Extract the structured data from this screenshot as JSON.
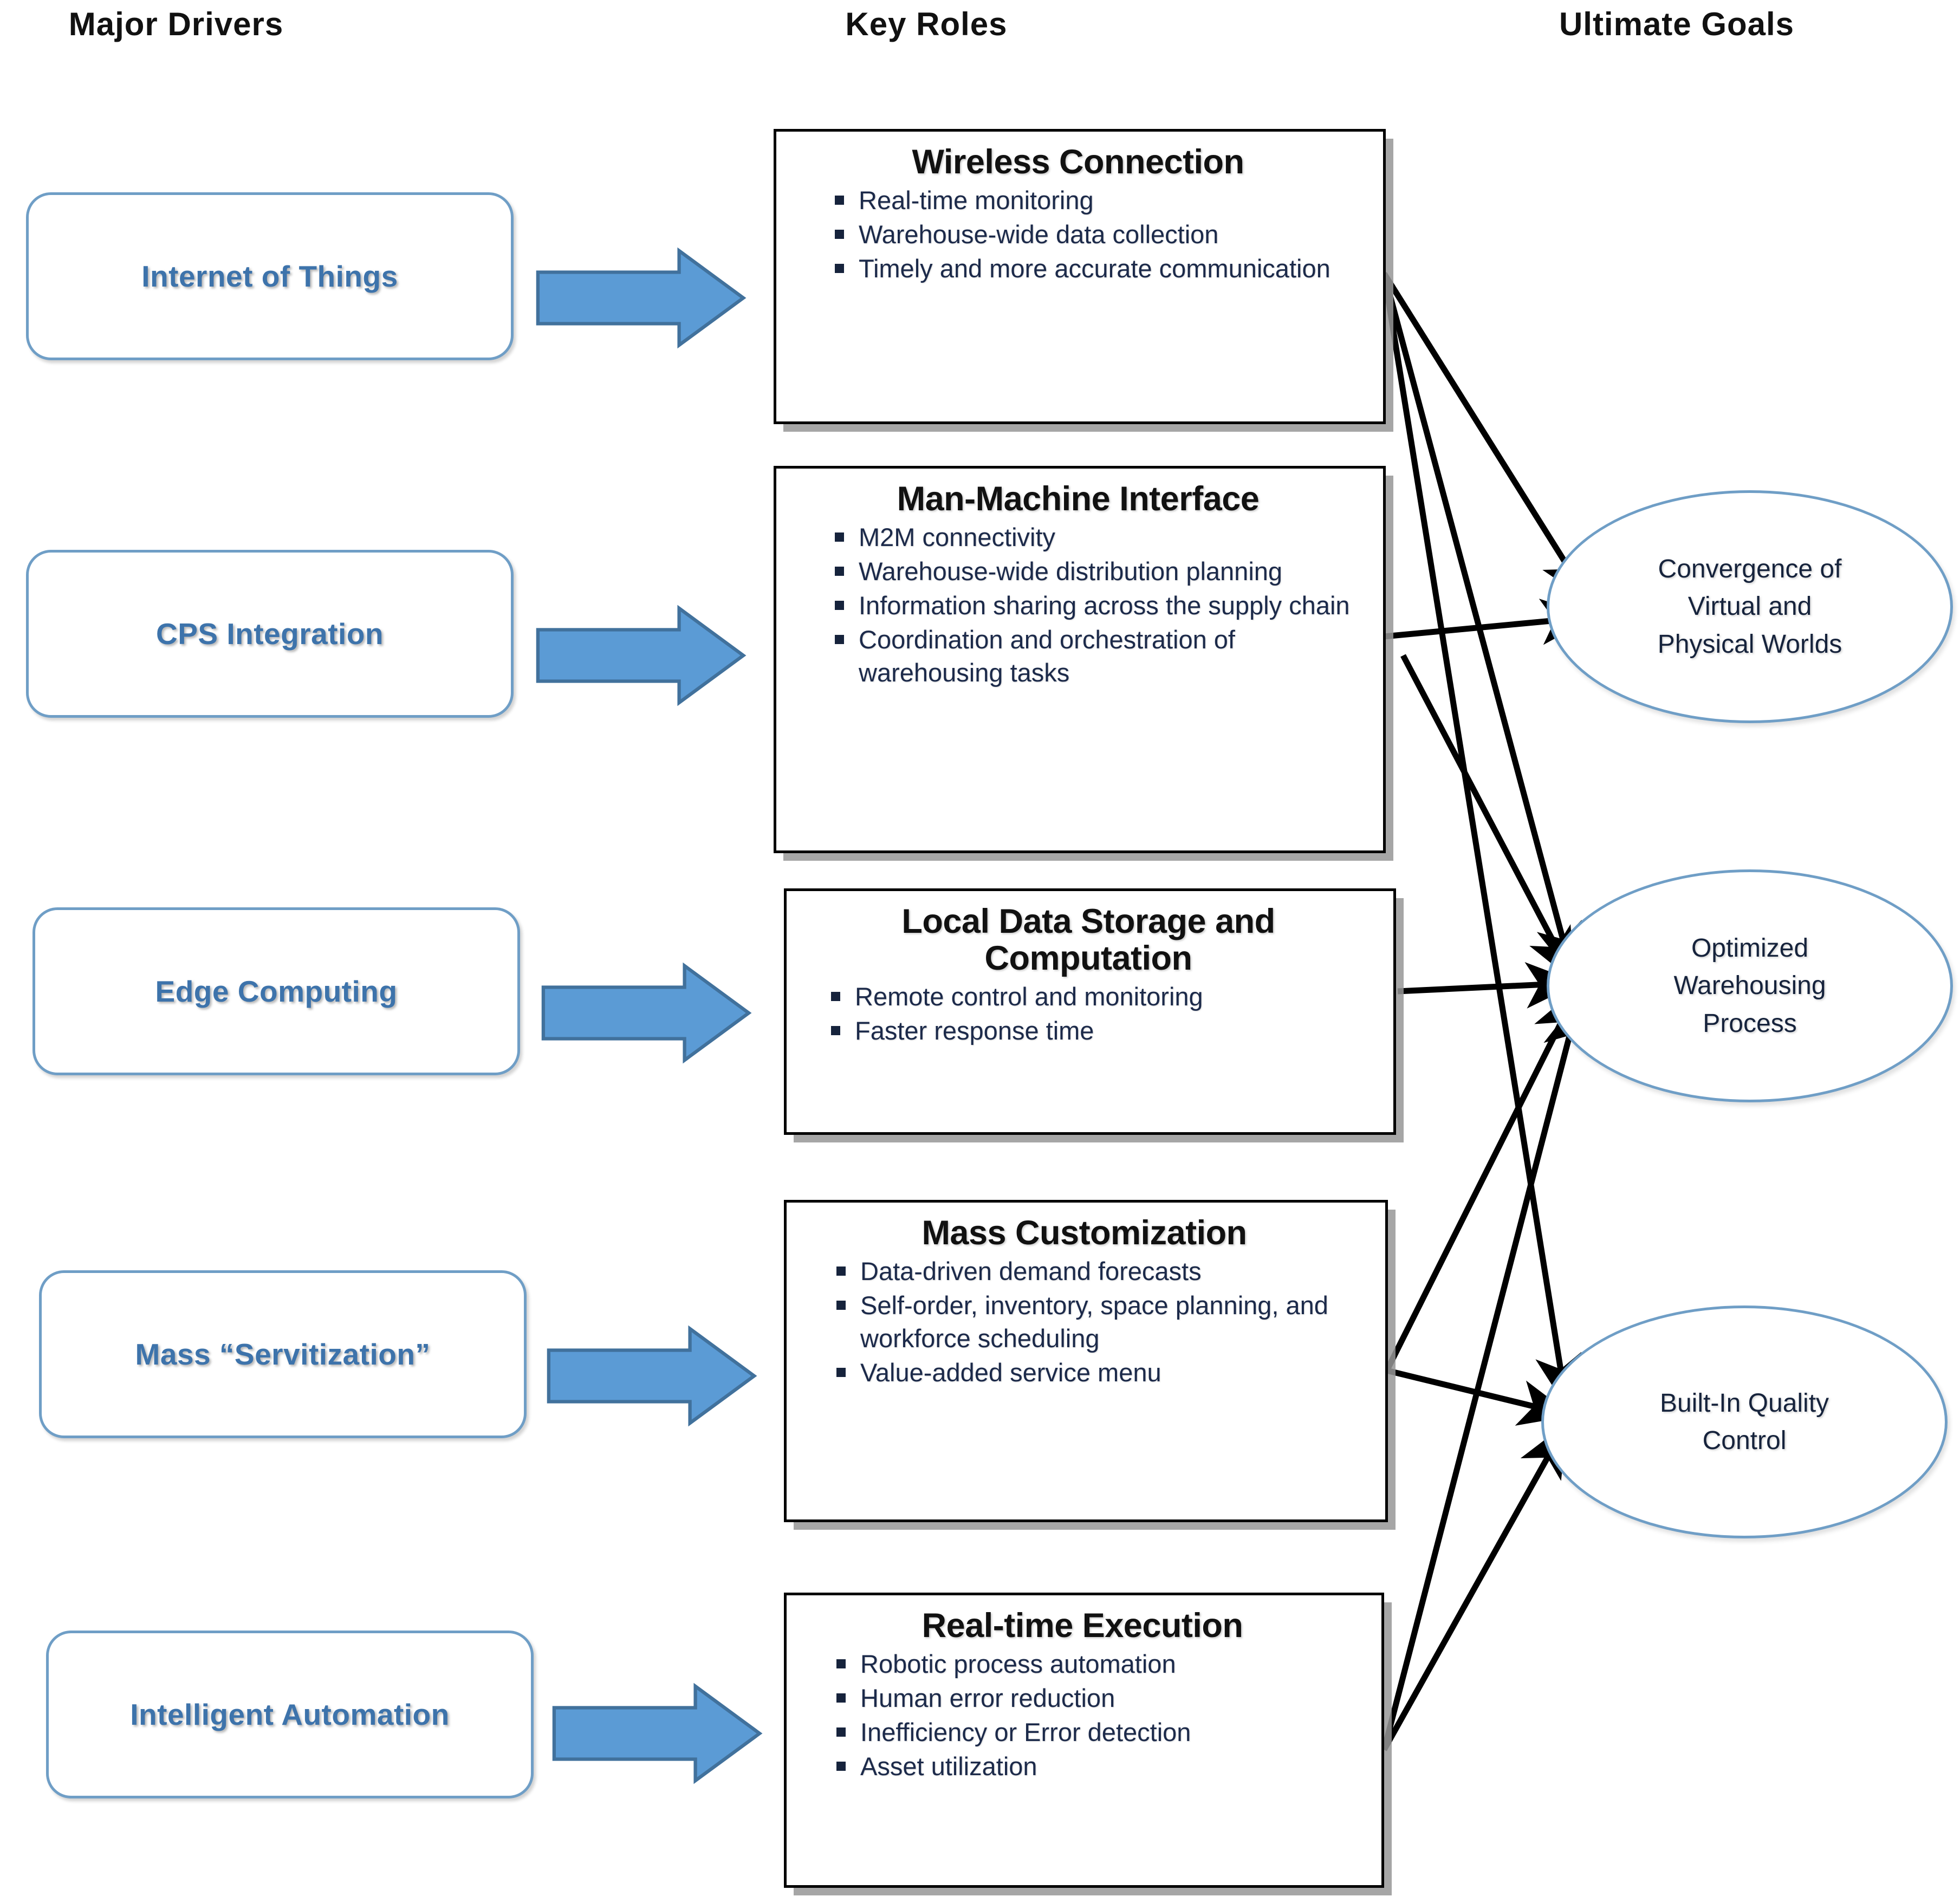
{
  "diagram": {
    "title": "Warehousing 4.0 drivers, key roles and ultimate goals",
    "colors": {
      "driver_border": "#6f9ec6",
      "driver_text": "#3d73ab",
      "block_arrow_fill": "#5b9bd5",
      "block_arrow_stroke": "#41719c",
      "role_border": "#000000",
      "role_shadow": "#969696",
      "goal_border": "#6f9ec6",
      "goal_text": "#16233c",
      "connector": "#000000",
      "background": "#ffffff"
    }
  },
  "headers": [
    {
      "id": "major-drivers",
      "label": "Major Drivers"
    },
    {
      "id": "key-roles",
      "label": "Key Roles"
    },
    {
      "id": "ultimate-goals",
      "label": "Ultimate Goals"
    }
  ],
  "drivers": [
    {
      "id": "internet-of-things",
      "label": "Internet of Things"
    },
    {
      "id": "cps-integration",
      "label": "CPS Integration"
    },
    {
      "id": "edge-computing",
      "label": "Edge Computing"
    },
    {
      "id": "mass-servitization",
      "label": "Mass “Servitization”"
    },
    {
      "id": "intelligent-automation",
      "label": "Intelligent Automation"
    }
  ],
  "roles": [
    {
      "id": "wireless-connection",
      "title": "Wireless Connection",
      "bullets": [
        "Real-time monitoring",
        "Warehouse-wide data collection",
        "Timely and more accurate communication"
      ]
    },
    {
      "id": "man-machine-interface",
      "title": "Man-Machine Interface",
      "bullets": [
        "M2M connectivity",
        "Warehouse-wide distribution planning",
        "Information sharing across the supply chain",
        "Coordination and orchestration of warehousing tasks"
      ]
    },
    {
      "id": "local-data-storage-and-computation",
      "title": "Local Data Storage and Computation",
      "bullets": [
        "Remote control and monitoring",
        "Faster response time"
      ]
    },
    {
      "id": "mass-customization",
      "title": "Mass Customization",
      "bullets": [
        "Data-driven demand forecasts",
        "Self-order, inventory, space planning, and workforce scheduling",
        "Value-added service menu"
      ]
    },
    {
      "id": "real-time-execution",
      "title": "Real-time Execution",
      "bullets": [
        "Robotic process automation",
        "Human error reduction",
        "Inefficiency or Error detection",
        "Asset utilization"
      ]
    }
  ],
  "goals": [
    {
      "id": "convergence-of-virtual-and-physical-worlds",
      "lines": [
        "Convergence of",
        "Virtual and",
        "Physical Worlds"
      ]
    },
    {
      "id": "optimized-warehousing-process",
      "lines": [
        "Optimized",
        "Warehousing",
        "Process"
      ]
    },
    {
      "id": "built-in-quality-control",
      "lines": [
        "Built-In Quality",
        "Control"
      ]
    }
  ],
  "flow_arrows": [
    {
      "id": "arrow-iot-to-wireless",
      "from": "internet-of-things",
      "to": "wireless-connection"
    },
    {
      "id": "arrow-cps-to-mmi",
      "from": "cps-integration",
      "to": "man-machine-interface"
    },
    {
      "id": "arrow-edge-to-local-data",
      "from": "edge-computing",
      "to": "local-data-storage-and-computation"
    },
    {
      "id": "arrow-servitization-to-masscust",
      "from": "mass-servitization",
      "to": "mass-customization"
    },
    {
      "id": "arrow-automation-to-realtime",
      "from": "intelligent-automation",
      "to": "real-time-execution"
    }
  ],
  "link_arrows": [
    {
      "id": "link-wireless-to-convergence",
      "from": "wireless-connection",
      "to": "convergence-of-virtual-and-physical-worlds"
    },
    {
      "id": "link-wireless-to-optimized",
      "from": "wireless-connection",
      "to": "optimized-warehousing-process"
    },
    {
      "id": "link-wireless-to-quality",
      "from": "wireless-connection",
      "to": "built-in-quality-control"
    },
    {
      "id": "link-mmi-to-convergence",
      "from": "man-machine-interface",
      "to": "convergence-of-virtual-and-physical-worlds"
    },
    {
      "id": "link-mmi-to-optimized",
      "from": "man-machine-interface",
      "to": "optimized-warehousing-process"
    },
    {
      "id": "link-localdata-to-optimized",
      "from": "local-data-storage-and-computation",
      "to": "optimized-warehousing-process"
    },
    {
      "id": "link-masscust-to-optimized",
      "from": "mass-customization",
      "to": "optimized-warehousing-process"
    },
    {
      "id": "link-masscust-to-quality",
      "from": "mass-customization",
      "to": "built-in-quality-control"
    },
    {
      "id": "link-realtime-to-optimized",
      "from": "real-time-execution",
      "to": "optimized-warehousing-process"
    },
    {
      "id": "link-realtime-to-quality",
      "from": "real-time-execution",
      "to": "built-in-quality-control"
    }
  ]
}
